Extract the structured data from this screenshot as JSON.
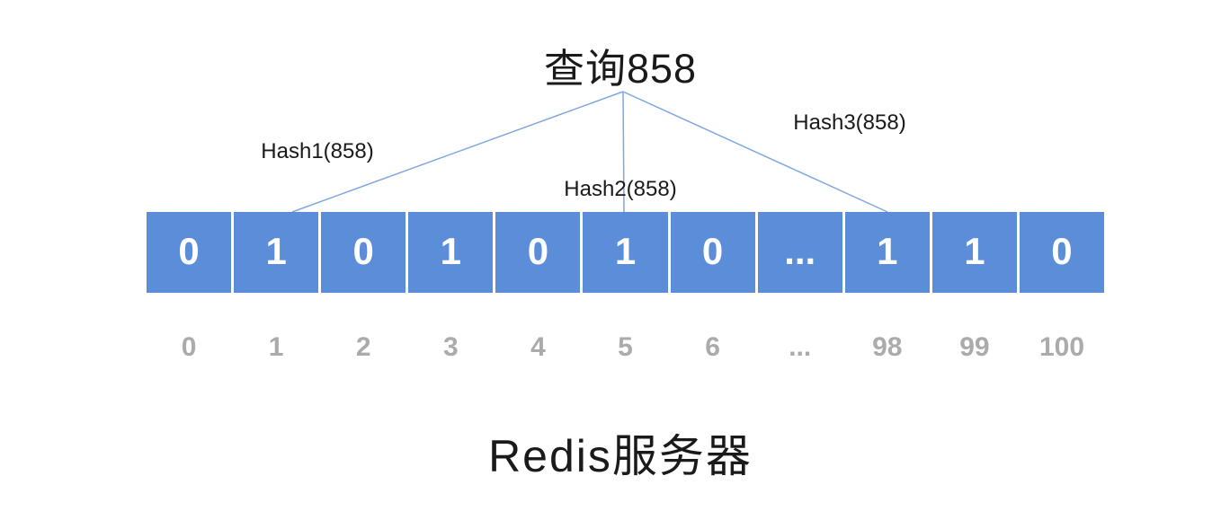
{
  "title": "查询858",
  "hash_labels": [
    {
      "label": "Hash1(858)"
    },
    {
      "label": "Hash2(858)"
    },
    {
      "label": "Hash3(858)"
    }
  ],
  "bit_array": {
    "cells": [
      "0",
      "1",
      "0",
      "1",
      "0",
      "1",
      "0",
      "...",
      "1",
      "1",
      "0"
    ],
    "indices": [
      "0",
      "1",
      "2",
      "3",
      "4",
      "5",
      "6",
      "...",
      "98",
      "99",
      "100"
    ]
  },
  "footer_label": "Redis服务器",
  "colors": {
    "cell_fill": "#5B8DD9",
    "cell_text": "#FFFFFF",
    "index_text": "#ABABAB",
    "line": "#7EA6E0",
    "text": "#1A1A1A"
  }
}
